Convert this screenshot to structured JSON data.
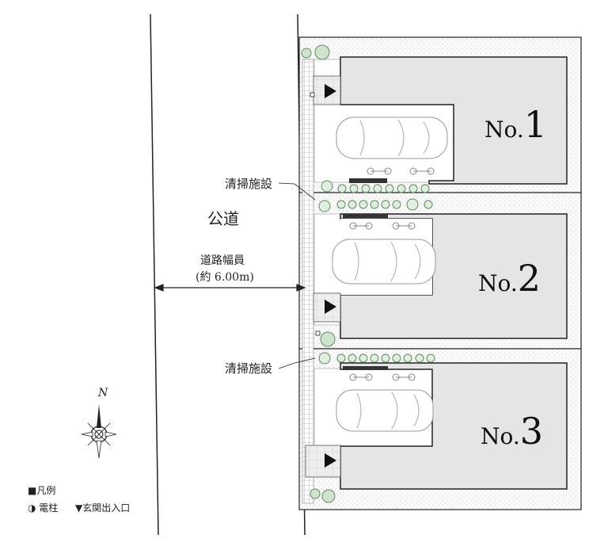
{
  "road": {
    "name": "公道",
    "width_label": "道路幅員",
    "width_value": "(約 6.00m)"
  },
  "cleaning_label": "清掃施設",
  "lots": [
    {
      "prefix": "No.",
      "number": "1"
    },
    {
      "prefix": "No.",
      "number": "2"
    },
    {
      "prefix": "No.",
      "number": "3"
    }
  ],
  "compass": {
    "north": "N"
  },
  "legend": {
    "title": "■凡例",
    "pole": "◑ 電柱",
    "entrance": "▼玄関出入口"
  },
  "colors": {
    "building": "#e5e5e5",
    "greenery": "#7aa37a",
    "line": "#222222"
  }
}
